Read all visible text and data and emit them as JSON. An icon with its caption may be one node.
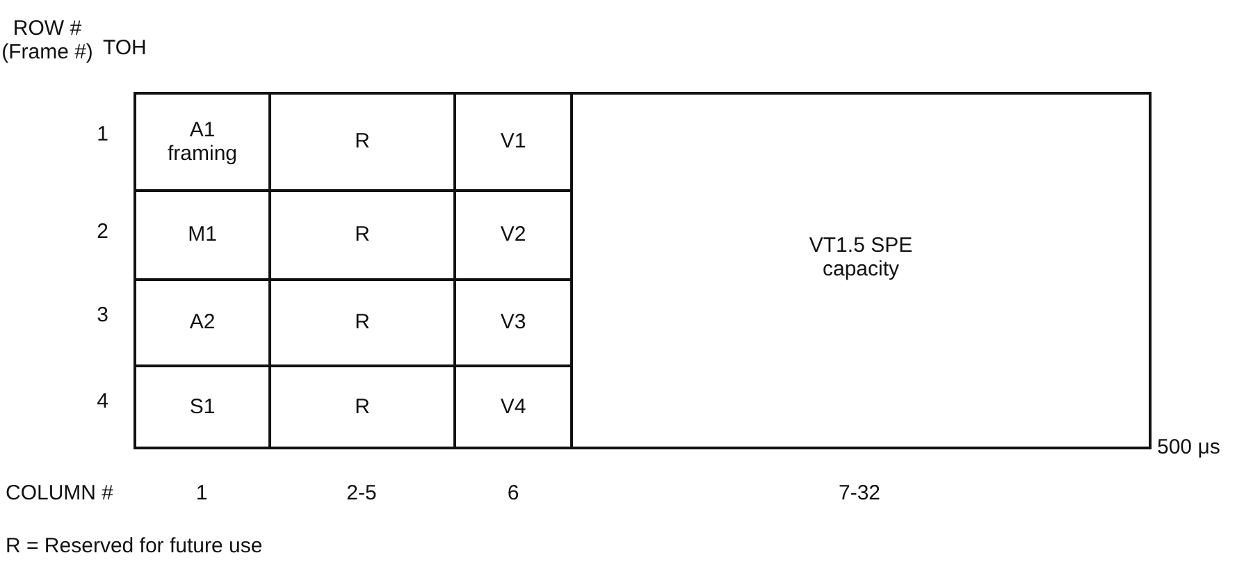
{
  "diagram": {
    "nodes": [
      {
        "text": [
          "A1 framing"
        ]
      },
      {
        "text": [
          "R"
        ]
      },
      {
        "text": [
          "V1"
        ]
      },
      {
        "text": [
          "VT1.5 SPE capacity"
        ]
      },
      {
        "text": [
          "M1"
        ]
      },
      {
        "text": [
          "R"
        ]
      },
      {
        "text": [
          "V2"
        ]
      },
      {
        "text": [
          "A2"
        ]
      },
      {
        "text": [
          "R"
        ]
      },
      {
        "text": [
          "V3"
        ]
      },
      {
        "text": [
          "S1"
        ]
      },
      {
        "text": [
          "R"
        ]
      },
      {
        "text": [
          "V4"
        ]
      }
    ],
    "labels": [
      "ROW # (Frame #)",
      "TOH",
      "1",
      "2",
      "3",
      "4",
      "500 μs",
      "COLUMN #",
      "1",
      "2-5",
      "6",
      "7-32",
      "R = Reserved for future use"
    ]
  }
}
